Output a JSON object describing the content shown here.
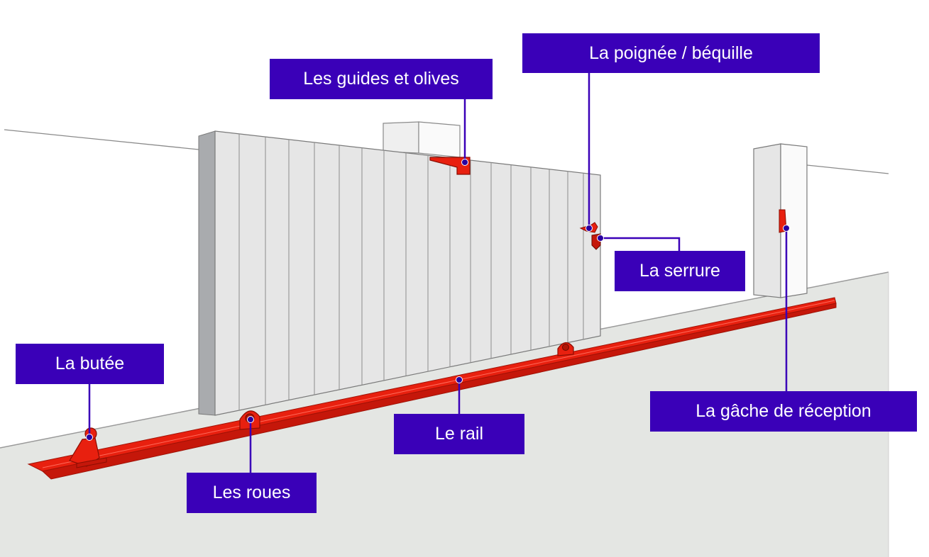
{
  "labels": {
    "guides": "Les guides et olives",
    "poignee": "La poignée / béquille",
    "serrure": "La serrure",
    "butee": "La butée",
    "gache": "La gâche de réception",
    "rail": "Le rail",
    "roues": "Les roues"
  },
  "colors": {
    "label_background": "#3a00b8",
    "label_text": "#ffffff",
    "hardware_red": "#e8200f",
    "gate_panel": "#e6e6e6",
    "ground": "#e4e6e3",
    "leader_dot": "#2a00a0"
  }
}
